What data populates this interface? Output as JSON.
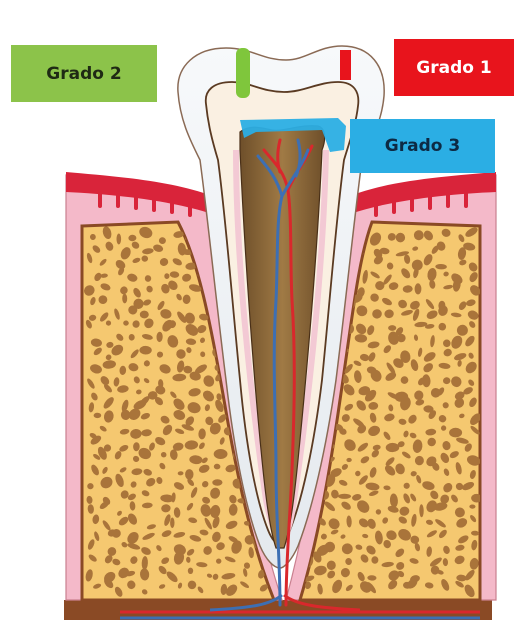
{
  "labels": {
    "grado_1": "Grado 1",
    "grado_2": "Grado 2",
    "grado_3": "Grado 3"
  },
  "colors": {
    "grado_1": "#e8141c",
    "grado_2": "#8cc34a",
    "grado_3": "#2baee4",
    "bone": "#f5c870",
    "bone_spots": "#a9743a",
    "gum": "#f4b9c9",
    "gum_edge": "#d9243a",
    "enamel": "#f1f4f6",
    "dentin": "#faf0e2",
    "pulp": "#8f6a3e",
    "artery": "#d9282c",
    "vein": "#3d6fb3"
  }
}
